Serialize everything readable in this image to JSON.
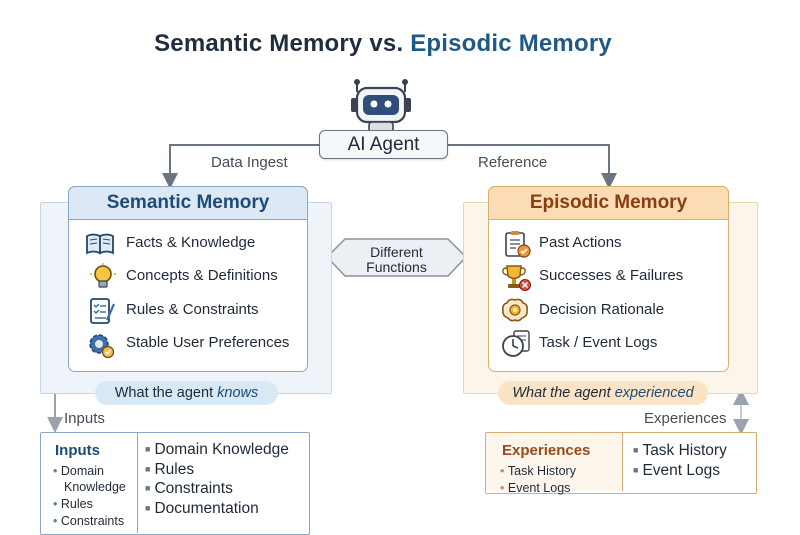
{
  "title": {
    "prefix": "Semantic Memory vs.",
    "accent": "Episodic Memory"
  },
  "agent": {
    "label": "AI Agent",
    "icon": "robot-icon"
  },
  "flows": {
    "left": "Data Ingest",
    "right": "Reference",
    "inputs": "Inputs",
    "experiences": "Experiences"
  },
  "semantic": {
    "heading": "Semantic Memory",
    "items": [
      {
        "label": "Facts & Knowledge",
        "icon": "book-icon"
      },
      {
        "label": "Concepts & Definitions",
        "icon": "lightbulb-icon"
      },
      {
        "label": "Rules & Constraints",
        "icon": "checklist-icon"
      },
      {
        "label": "Stable User Preferences",
        "icon": "gear-icon"
      }
    ],
    "caption_prefix": "What the agent",
    "caption_emph": "knows"
  },
  "episodic": {
    "heading": "Episodic Memory",
    "items": [
      {
        "label": "Past Actions",
        "icon": "clipboard-check-icon"
      },
      {
        "label": "Successes & Failures",
        "icon": "trophy-icon"
      },
      {
        "label": "Decision Rationale",
        "icon": "brain-icon"
      },
      {
        "label": "Task / Event Logs",
        "icon": "clock-log-icon"
      }
    ],
    "caption_prefix": "What the agent",
    "caption_emph": "experienced"
  },
  "middle": {
    "line1": "Different",
    "line2": "Functions"
  },
  "inputs_box": {
    "title": "Inputs",
    "left_items": [
      "Domain",
      "Knowledge",
      "Rules",
      "Constraints"
    ],
    "right_items": [
      "Domain Knowledge",
      "Rules",
      "Constraints",
      "Documentation"
    ]
  },
  "experiences_box": {
    "title": "Experiences",
    "left_items": [
      "Task History",
      "Event Logs"
    ],
    "right_items": [
      "Task History",
      "Event Logs"
    ]
  },
  "colors": {
    "semantic_accent": "#1d4c78",
    "episodic_accent": "#8a3d12",
    "semantic_panel": "#eef4fa",
    "episodic_panel": "#fcf5ea"
  }
}
